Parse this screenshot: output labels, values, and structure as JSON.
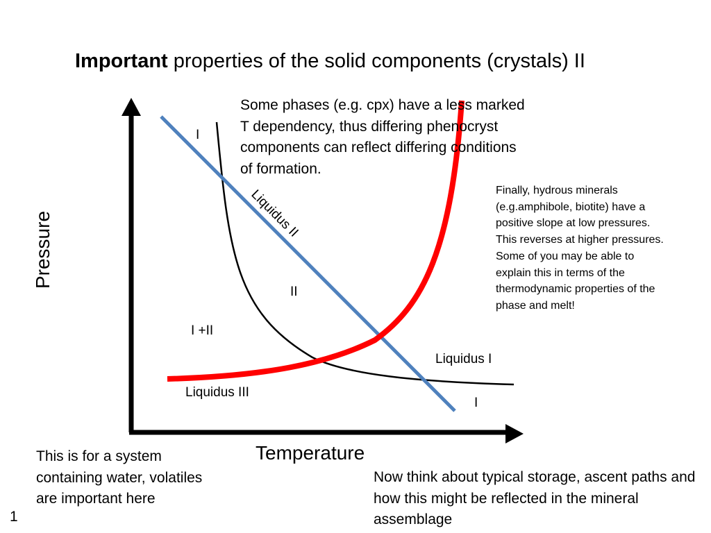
{
  "title": {
    "bold": "Important",
    "rest": " properties of the solid components (crystals) II"
  },
  "notes": {
    "cpx": "Some phases (e.g. cpx) have a less marked T dependency, thus differing phenocryst components can reflect differing conditions of formation.",
    "hydrous": "Finally, hydrous minerals (e.g.amphibole, biotite) have a positive slope at low pressures. This reverses at higher pressures. Some of you may be able to explain this in terms of the thermodynamic properties of the phase and melt!",
    "water": "This is for a system containing water, volatiles are important here",
    "storage": "Now think about typical storage, ascent paths and how this might be reflected in the mineral assemblage"
  },
  "slide_number": "1",
  "axes": {
    "x_label": "Temperature",
    "y_label": "Pressure"
  },
  "curve_labels": {
    "liquidus_1": "Liquidus I",
    "liquidus_2": "Liquidus II",
    "liquidus_3": "Liquidus III"
  },
  "field_labels": {
    "field_i_top": "I",
    "field_ii": "II",
    "field_i_plus_ii": "I +II",
    "field_i_bottom": "I"
  },
  "colors": {
    "axis": "#000000",
    "liquidus_1": "#000000",
    "liquidus_2": "#4f81bd",
    "liquidus_3": "#ff0000"
  }
}
